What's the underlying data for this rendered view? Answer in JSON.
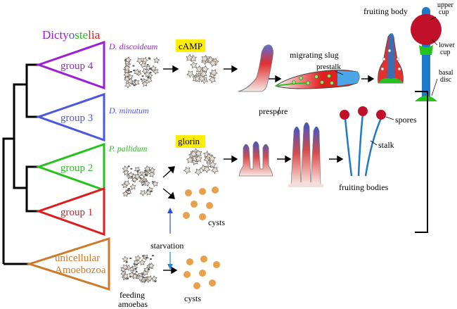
{
  "title": {
    "part1": "Dicty",
    "part2": "o",
    "part3": "ste",
    "part4": "lia"
  },
  "groups": [
    {
      "label": "group 4",
      "color": "#9b1fd6"
    },
    {
      "label": "group 3",
      "color": "#4a57e0"
    },
    {
      "label": "group 2",
      "color": "#25c21e"
    },
    {
      "label": "group 1",
      "color": "#e01b1b"
    }
  ],
  "outgroup": {
    "line1": "unicellular",
    "line2": "Amoebozoa",
    "color": "#d0782a"
  },
  "species": {
    "d_discoideum": "D. discoideum",
    "d_minutum": "D. minutum",
    "p_pallidum": "P. pallidum"
  },
  "signals": {
    "camp": "cAMP",
    "glorin": "glorin"
  },
  "labels": {
    "migrating_slug": "migrating slug",
    "prestalk": "prestalk",
    "prespore": "prespore",
    "fruiting_body": "fruiting body",
    "upper_cup_1": "upper",
    "upper_cup_2": "cup",
    "lower_cup_1": "lower",
    "lower_cup_2": "cup",
    "basal_disc_1": "basal",
    "basal_disc_2": "disc",
    "spores": "spores",
    "stalk": "stalk",
    "fruiting_bodies": "fruiting bodies",
    "cysts_mid": "cysts",
    "cysts_bottom": "cysts",
    "starvation": "starvation",
    "feeding_1": "feeding",
    "feeding_2": "amoebas"
  },
  "colors": {
    "highlight": "#ffee00",
    "spore": "#c0102a",
    "cyst": "#e8a04a",
    "stalk": "#1f78c8"
  }
}
